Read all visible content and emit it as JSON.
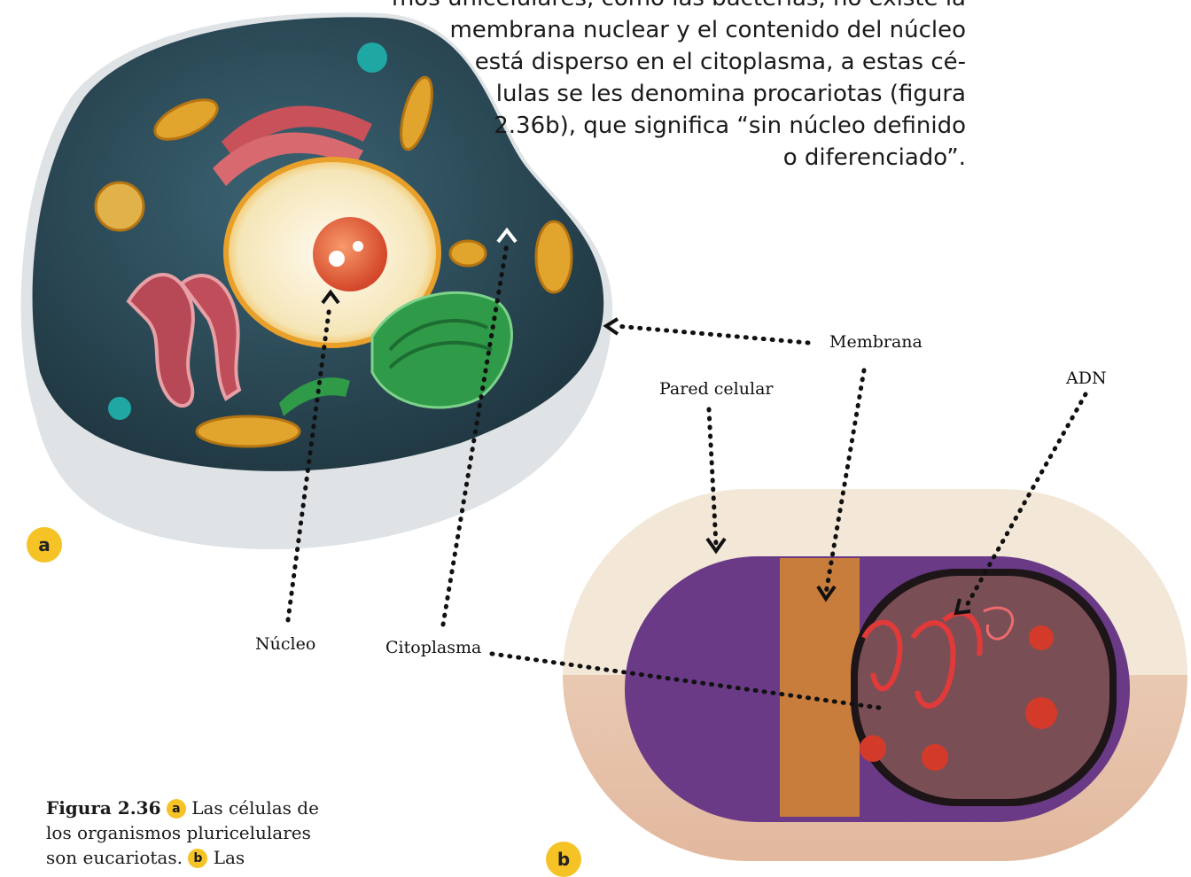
{
  "paragraph": {
    "lines": [
      "mos unicelulares, como las bacterias, no existe la",
      "membrana nuclear y el contenido del núcleo",
      "está disperso en el citoplasma, a estas cé-",
      "lulas se les denomina procariotas (figura",
      "2.36b), que significa “sin núcleo definido",
      "o diferenciado”."
    ]
  },
  "labels": {
    "membrana": "Membrana",
    "pared_celular": "Pared celular",
    "adn": "ADN",
    "nucleo": "Núcleo",
    "citoplasma": "Citoplasma"
  },
  "badges": {
    "a": "a",
    "b": "b"
  },
  "caption": {
    "figure": "Figura 2.36",
    "badge_a": "a",
    "text_a": "Las células de los organismos pluricelulares son eucariotas.",
    "badge_b": "b",
    "text_b": "Las"
  },
  "colors": {
    "badge": "#f6c327",
    "eukaryote_cytoplasm": "#2c4a57",
    "prokaryote_body": "#6a3a86"
  }
}
